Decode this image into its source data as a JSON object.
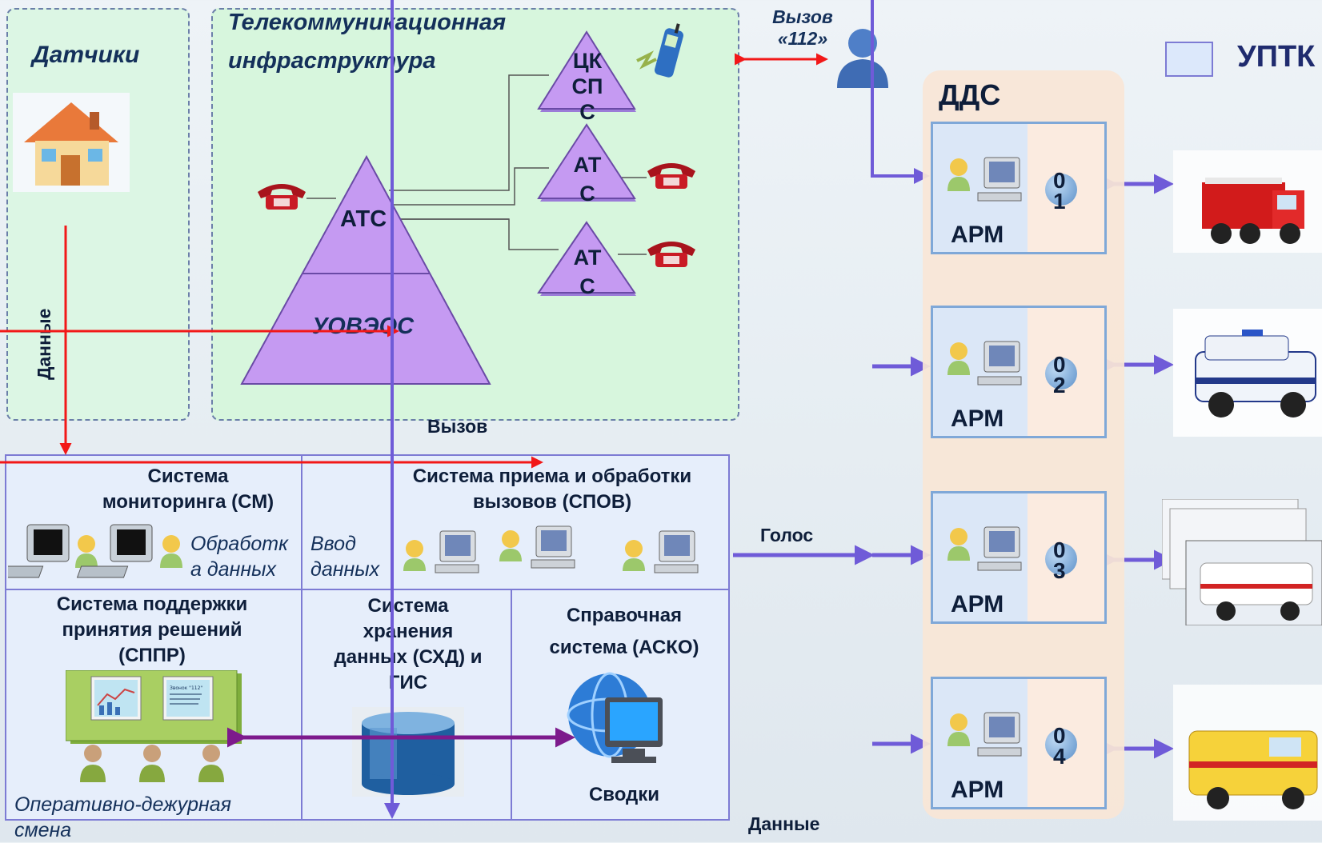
{
  "zones": {
    "sensors_title": "Датчики",
    "telecom_title_line1": "Телекоммуникационная",
    "telecom_title_line2": "инфраструктура"
  },
  "telecom": {
    "main_pyramid_top": "АТС",
    "main_pyramid_bottom": "УОВЭОС",
    "cksps_lines": [
      "ЦК",
      "СП",
      "С"
    ],
    "ats_lines": [
      "АТ",
      "С"
    ]
  },
  "labels": {
    "call_112_line1": "Вызов",
    "call_112_line2": "«112»",
    "vyzov": "Вызов",
    "dannye_vertical": "Данные",
    "golos": "Голос",
    "dannye_bottom": "Данные",
    "dds": "ДДС",
    "legend": "УПТК"
  },
  "systems": {
    "monitoring_title_line1": "Система",
    "monitoring_title_line2": "мониторинга (СМ)",
    "processing_line1": "Обработк",
    "processing_line2": "а данных",
    "input_line1": "Ввод",
    "input_line2": "данных",
    "spov_title_line1": "Система приема и обработки",
    "spov_title_line2": "вызовов (СПОВ)",
    "sppr_title_line1": "Система поддержки",
    "sppr_title_line2": "принятия решений",
    "sppr_title_line3": "(СППР)",
    "shd_title_line1": "Система",
    "shd_title_line2": "хранения",
    "shd_title_line3": "данных (СХД) и",
    "shd_title_line4": "ГИС",
    "asko_title_line1": "Справочная",
    "asko_title_line2": "система (АСКО)",
    "svodki": "Сводки",
    "duty_line1": "Оперативно-дежурная",
    "duty_line2": "смена",
    "screen_text": "Звонок \"112\""
  },
  "arms": [
    {
      "label": "АРМ",
      "digits": [
        "0",
        "1"
      ]
    },
    {
      "label": "АРМ",
      "digits": [
        "0",
        "2"
      ]
    },
    {
      "label": "АРМ",
      "digits": [
        "0",
        "3"
      ]
    },
    {
      "label": "АРМ",
      "digits": [
        "0",
        "4"
      ]
    }
  ],
  "colors": {
    "red_arrow": "#f21818",
    "blue_line": "#6f5bd8",
    "purple_arrow": "#7d1a8c",
    "pyramid": "#c59af2",
    "arm_border": "#7fa8d8"
  }
}
